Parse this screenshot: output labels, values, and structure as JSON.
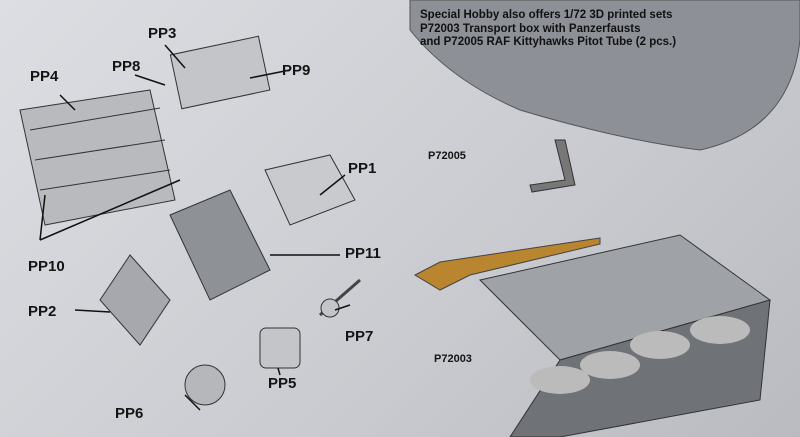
{
  "note": {
    "line1": "Special Hobby also offers 1/72 3D printed sets",
    "line2": "P72003 Transport box with Panzerfausts",
    "line3": "and P72005 RAF Kittyhawks Pitot Tube (2 pcs.)"
  },
  "labels": {
    "pp1": "PP1",
    "pp2": "PP2",
    "pp3": "PP3",
    "pp4": "PP4",
    "pp5": "PP5",
    "pp6": "PP6",
    "pp7": "PP7",
    "pp8": "PP8",
    "pp9": "PP9",
    "pp10": "PP10",
    "pp11": "PP11"
  },
  "codes": {
    "p72005": "P72005",
    "p72003": "P72003"
  }
}
